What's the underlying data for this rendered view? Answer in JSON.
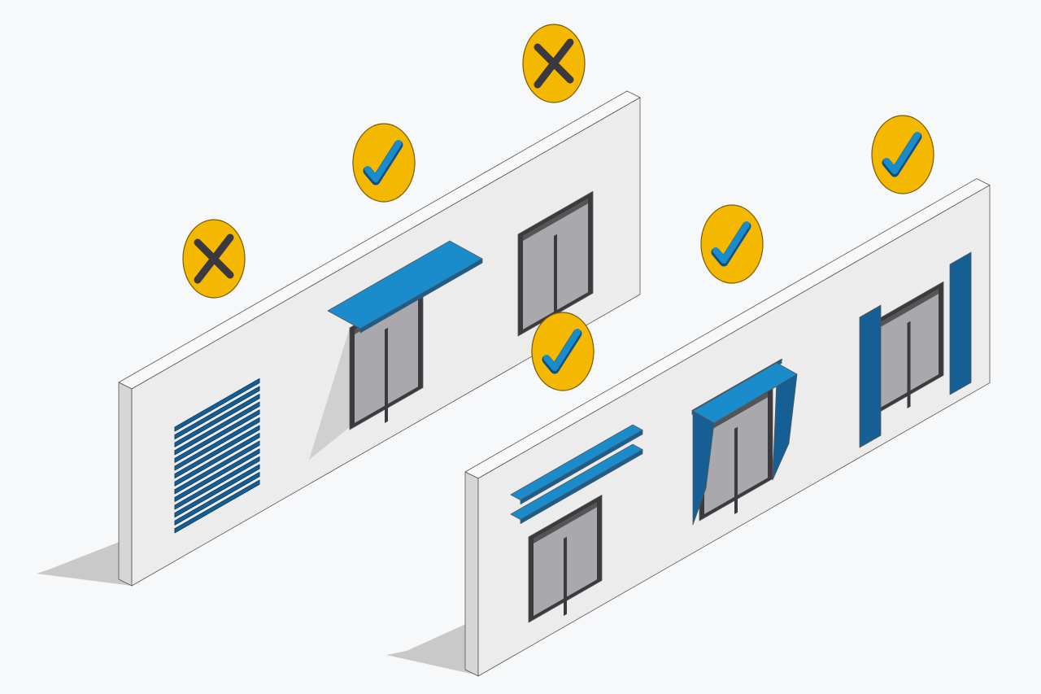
{
  "colors": {
    "background": "#f7f8fa",
    "wall_front": "#ececec",
    "wall_top": "#f8f8f8",
    "wall_side": "#d6d6d6",
    "shadow": "#c9c9c9",
    "shading_blue": "#1a8ccc",
    "shading_dark_blue": "#155f94",
    "badge_yellow": "#f5b800",
    "badge_outline": "#7a5a00",
    "check_blue": "#1a8ccc",
    "cross_dark": "#3a3840",
    "window_frame": "#3b3b3f",
    "glass": "#a9a9ad"
  },
  "walls": [
    {
      "name": "wall-left",
      "devices": [
        "horizontal-louvers",
        "overhang",
        "none"
      ]
    },
    {
      "name": "wall-right",
      "devices": [
        "double-overhang",
        "overhang-with-side-fins",
        "vertical-shutters"
      ]
    }
  ],
  "badges": [
    {
      "icon": "cross-icon",
      "verdict": "bad"
    },
    {
      "icon": "check-icon",
      "verdict": "good"
    },
    {
      "icon": "cross-icon",
      "verdict": "bad"
    },
    {
      "icon": "check-icon",
      "verdict": "good"
    },
    {
      "icon": "check-icon",
      "verdict": "good"
    },
    {
      "icon": "check-icon",
      "verdict": "good"
    }
  ]
}
